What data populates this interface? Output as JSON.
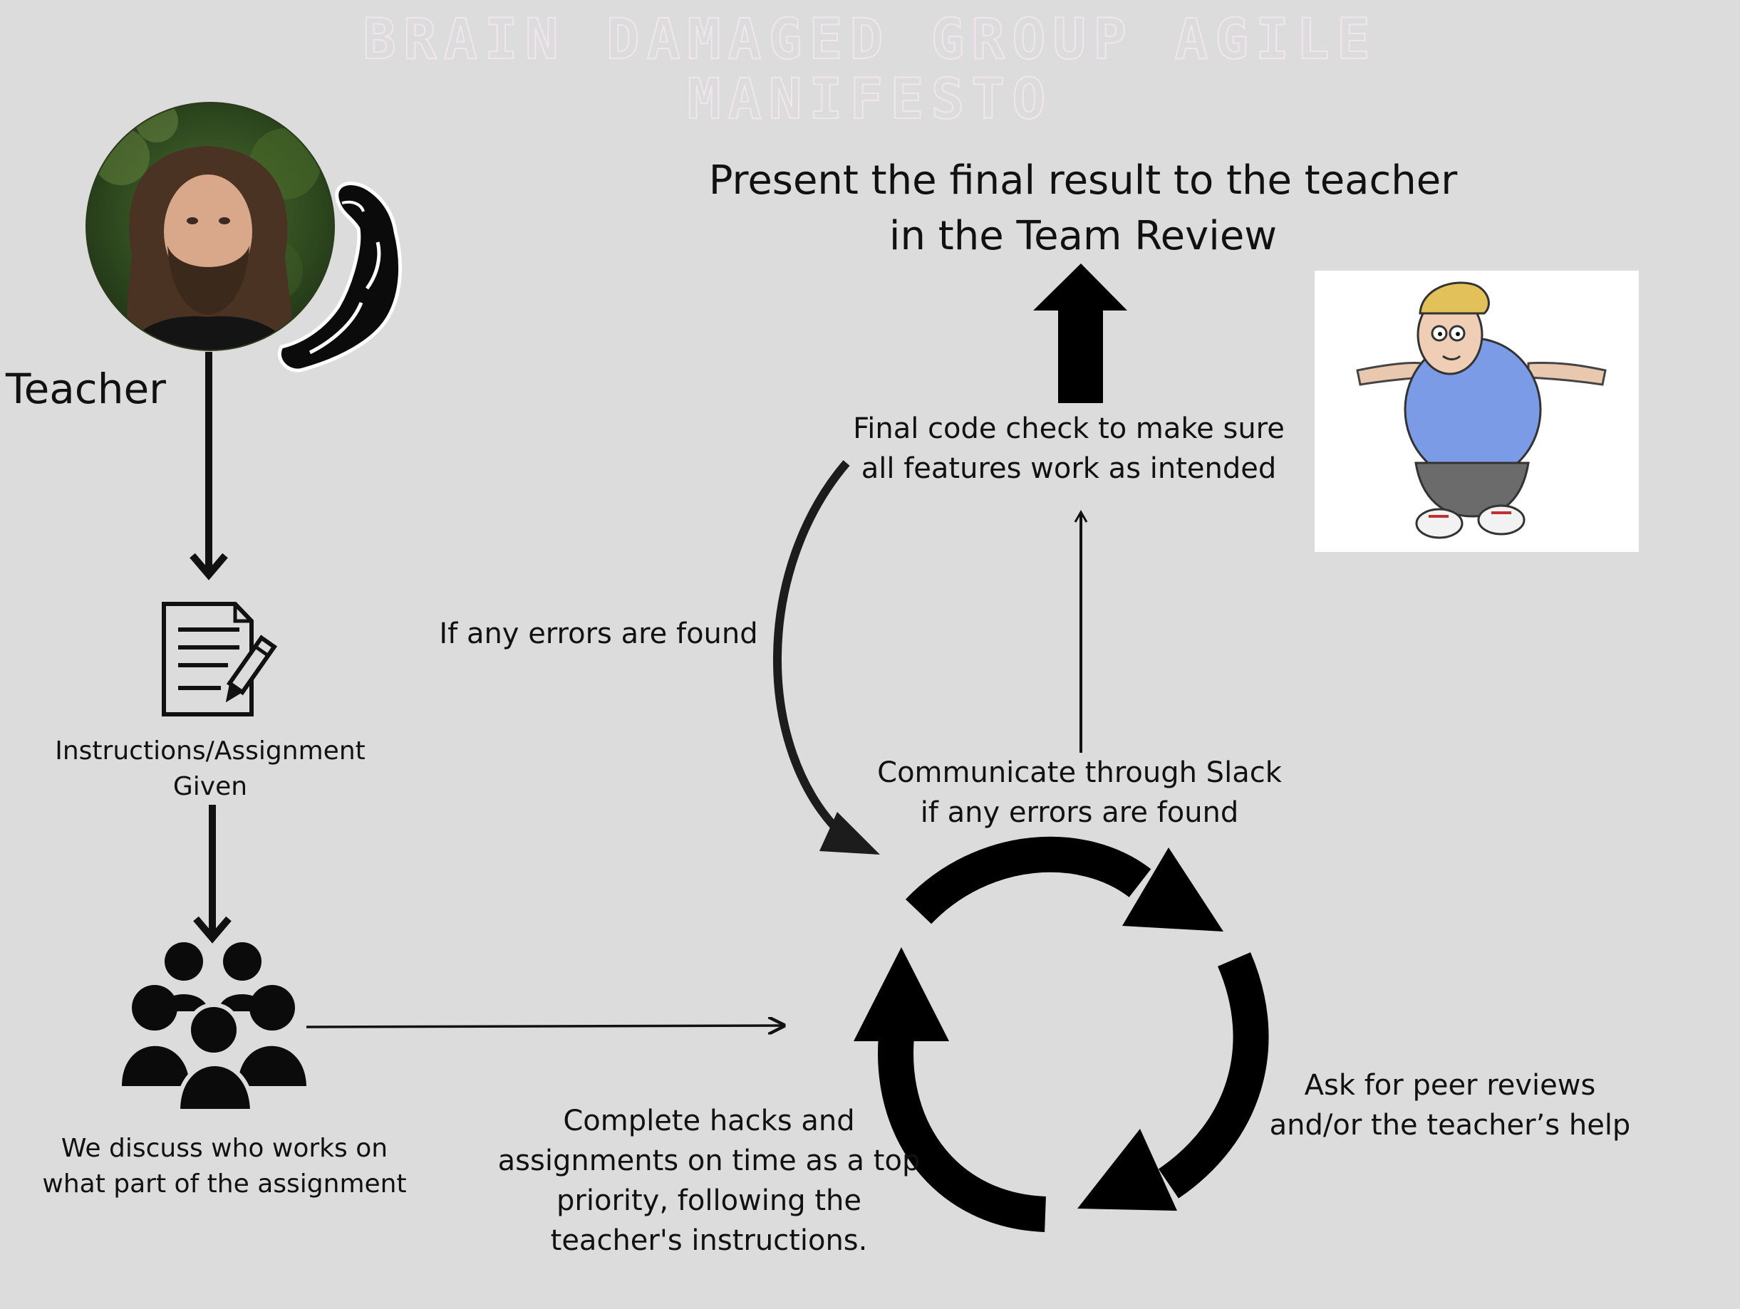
{
  "title": {
    "line1": "BRAIN DAMAGED GROUP AGILE",
    "line2": "MANIFESTO"
  },
  "nodes": {
    "teacher": "Teacher",
    "instructions": {
      "line1": "Instructions/Assignment",
      "line2": "Given"
    },
    "discuss": {
      "line1": "We discuss who works on",
      "line2": "what part of the assignment"
    },
    "present": {
      "line1": "Present the final result to the teacher",
      "line2": "in the Team Review"
    },
    "final_check": {
      "line1": "Final code check to make sure",
      "line2": "all features work as intended"
    },
    "errors_found": "If any errors are found",
    "communicate": {
      "line1": "Communicate through Slack",
      "line2": "if any errors are found"
    },
    "peer_review": {
      "line1": "Ask for peer reviews",
      "line2": "and/or the teacher’s help"
    },
    "complete": {
      "line1": "Complete hacks and",
      "line2": "assignments on time as a top",
      "line3": "priority, following the",
      "line4": "teacher's instructions."
    }
  },
  "colors": {
    "background": "#dcdcdc",
    "ink": "#111111",
    "title_outline": "#f1e6ec"
  },
  "icons": [
    "teacher-avatar",
    "flexed-bicep-icon",
    "document-pencil-icon",
    "group-people-icon",
    "cycle-arrows-icon",
    "character-image"
  ]
}
